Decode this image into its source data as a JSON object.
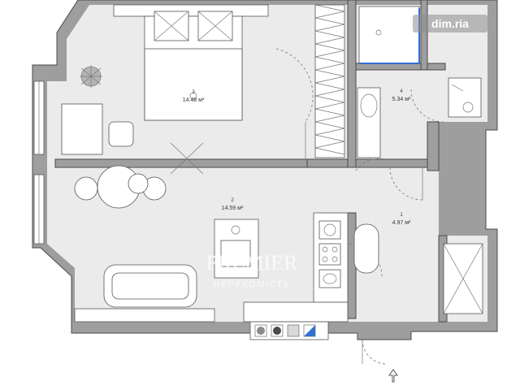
{
  "rooms": [
    {
      "number": "1",
      "area": "4.97 м²"
    },
    {
      "number": "2",
      "area": "14.59 м²"
    },
    {
      "number": "3",
      "area": "14.48 м²"
    },
    {
      "number": "4",
      "area": "5.34 м²"
    }
  ],
  "watermark": {
    "brand": "PREMIER",
    "subtitle": "НЕРУХОМІСТЬ"
  },
  "site_badge": {
    "text": "dim.ria"
  },
  "icons": [
    "entrance-arrow-icon",
    "washing-machine-icon",
    "stove-icon",
    "sink-icon",
    "toilet-icon",
    "fridge-icon"
  ],
  "colors": {
    "wall": "#9e9e9e",
    "floor": "#ebebeb",
    "accent_blue": "#2f6fd0"
  }
}
